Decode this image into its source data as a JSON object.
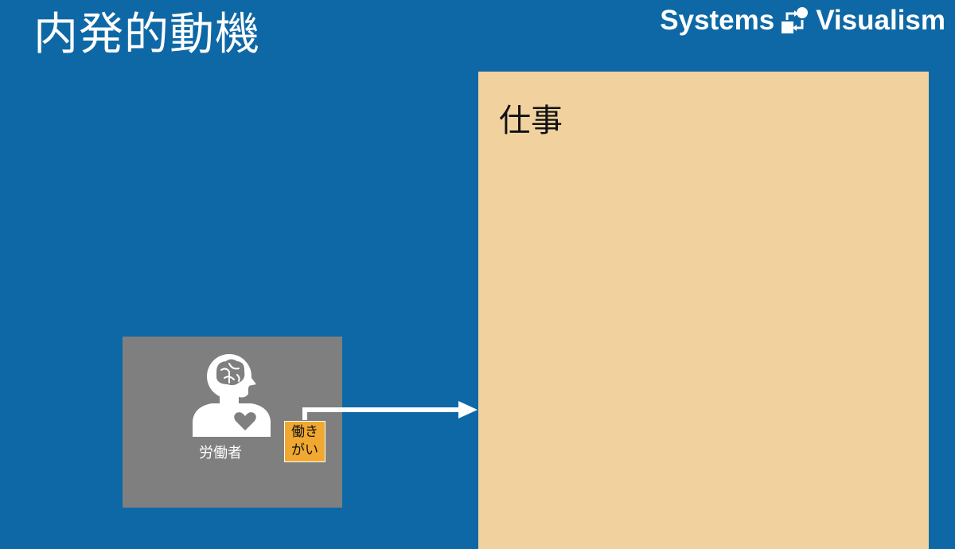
{
  "title": "内発的動機",
  "brand": {
    "left_word": "Systems",
    "right_word": "Visualism",
    "logo_icon": "systems-flow-icon"
  },
  "job": {
    "label": "仕事"
  },
  "worker": {
    "label": "労働者",
    "icon": "person-brain-heart-icon"
  },
  "motivation": {
    "label": "働きがい"
  },
  "colors": {
    "background": "#0e68a6",
    "job_fill": "#f1d29f",
    "worker_fill": "#7f7f7f",
    "tag_fill": "#f0a830",
    "arrow": "#ffffff"
  }
}
